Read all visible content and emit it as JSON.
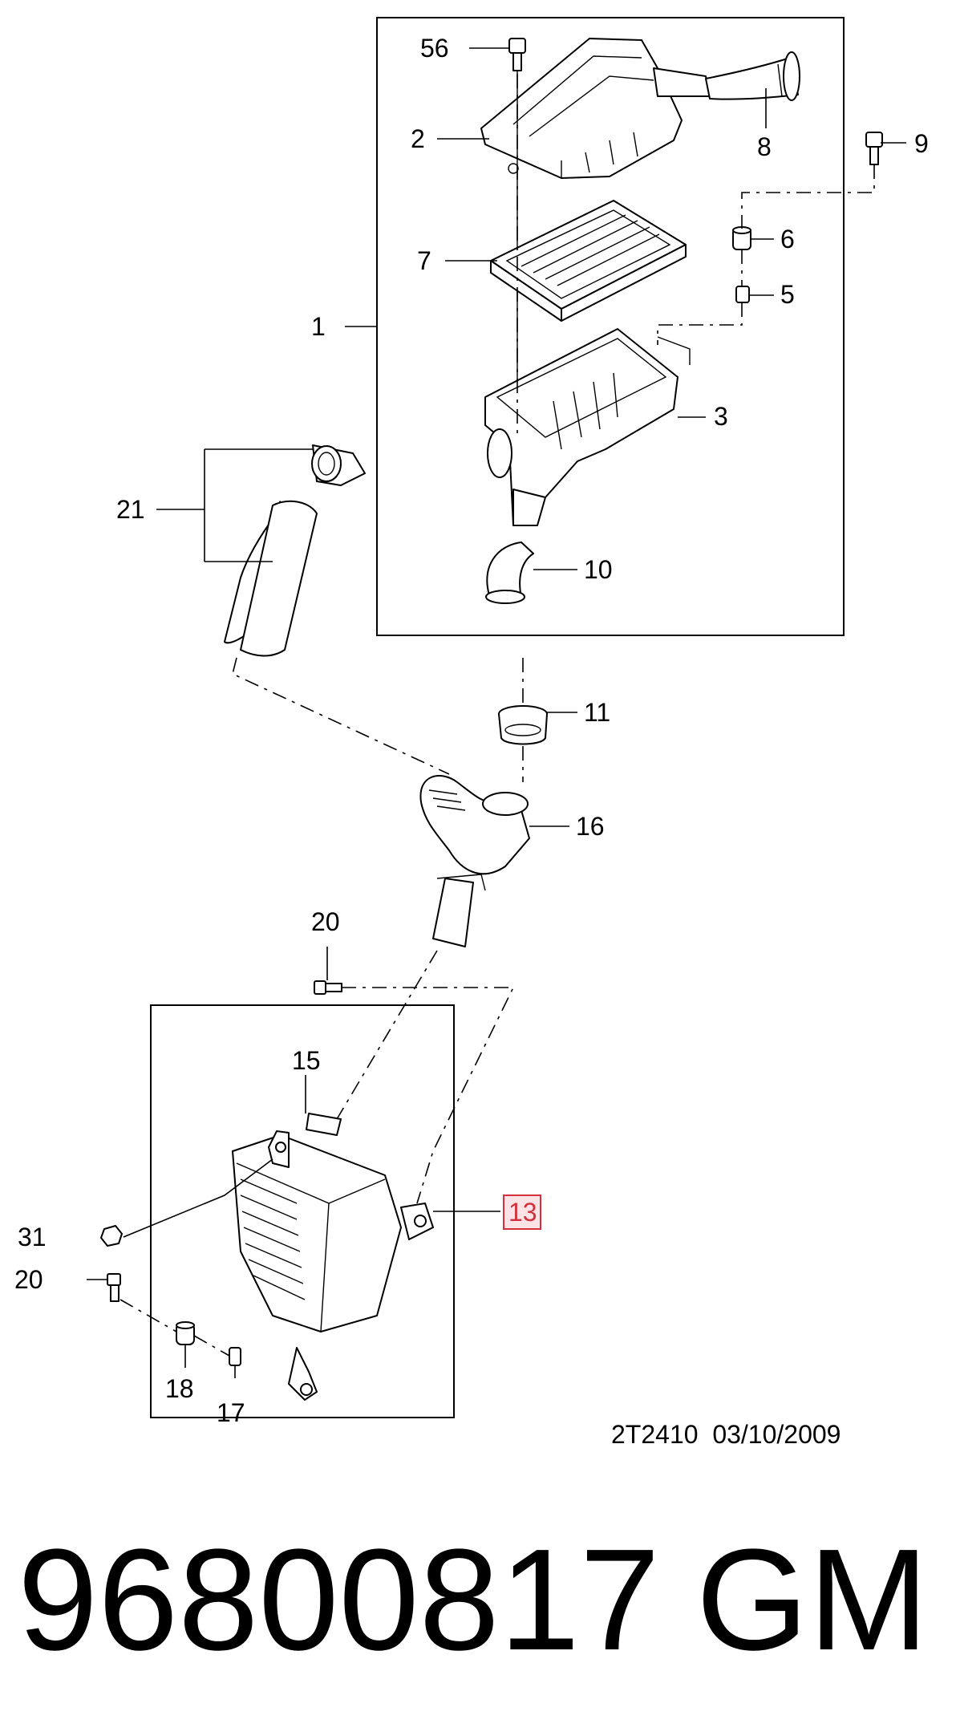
{
  "diagram": {
    "callouts": {
      "c56": "56",
      "c2": "2",
      "c8": "8",
      "c9": "9",
      "c6": "6",
      "c7": "7",
      "c5": "5",
      "c1": "1",
      "c3": "3",
      "c21": "21",
      "c10": "10",
      "c11": "11",
      "c16": "16",
      "c20a": "20",
      "c15": "15",
      "c31": "31",
      "c13": "13",
      "c20b": "20",
      "c18": "18",
      "c17": "17"
    },
    "highlighted_callout": "13",
    "highlight_color": "#d2303c"
  },
  "footer": {
    "reference": "2T2410  03/10/2009",
    "part_number": "96800817",
    "brand": "GM"
  }
}
